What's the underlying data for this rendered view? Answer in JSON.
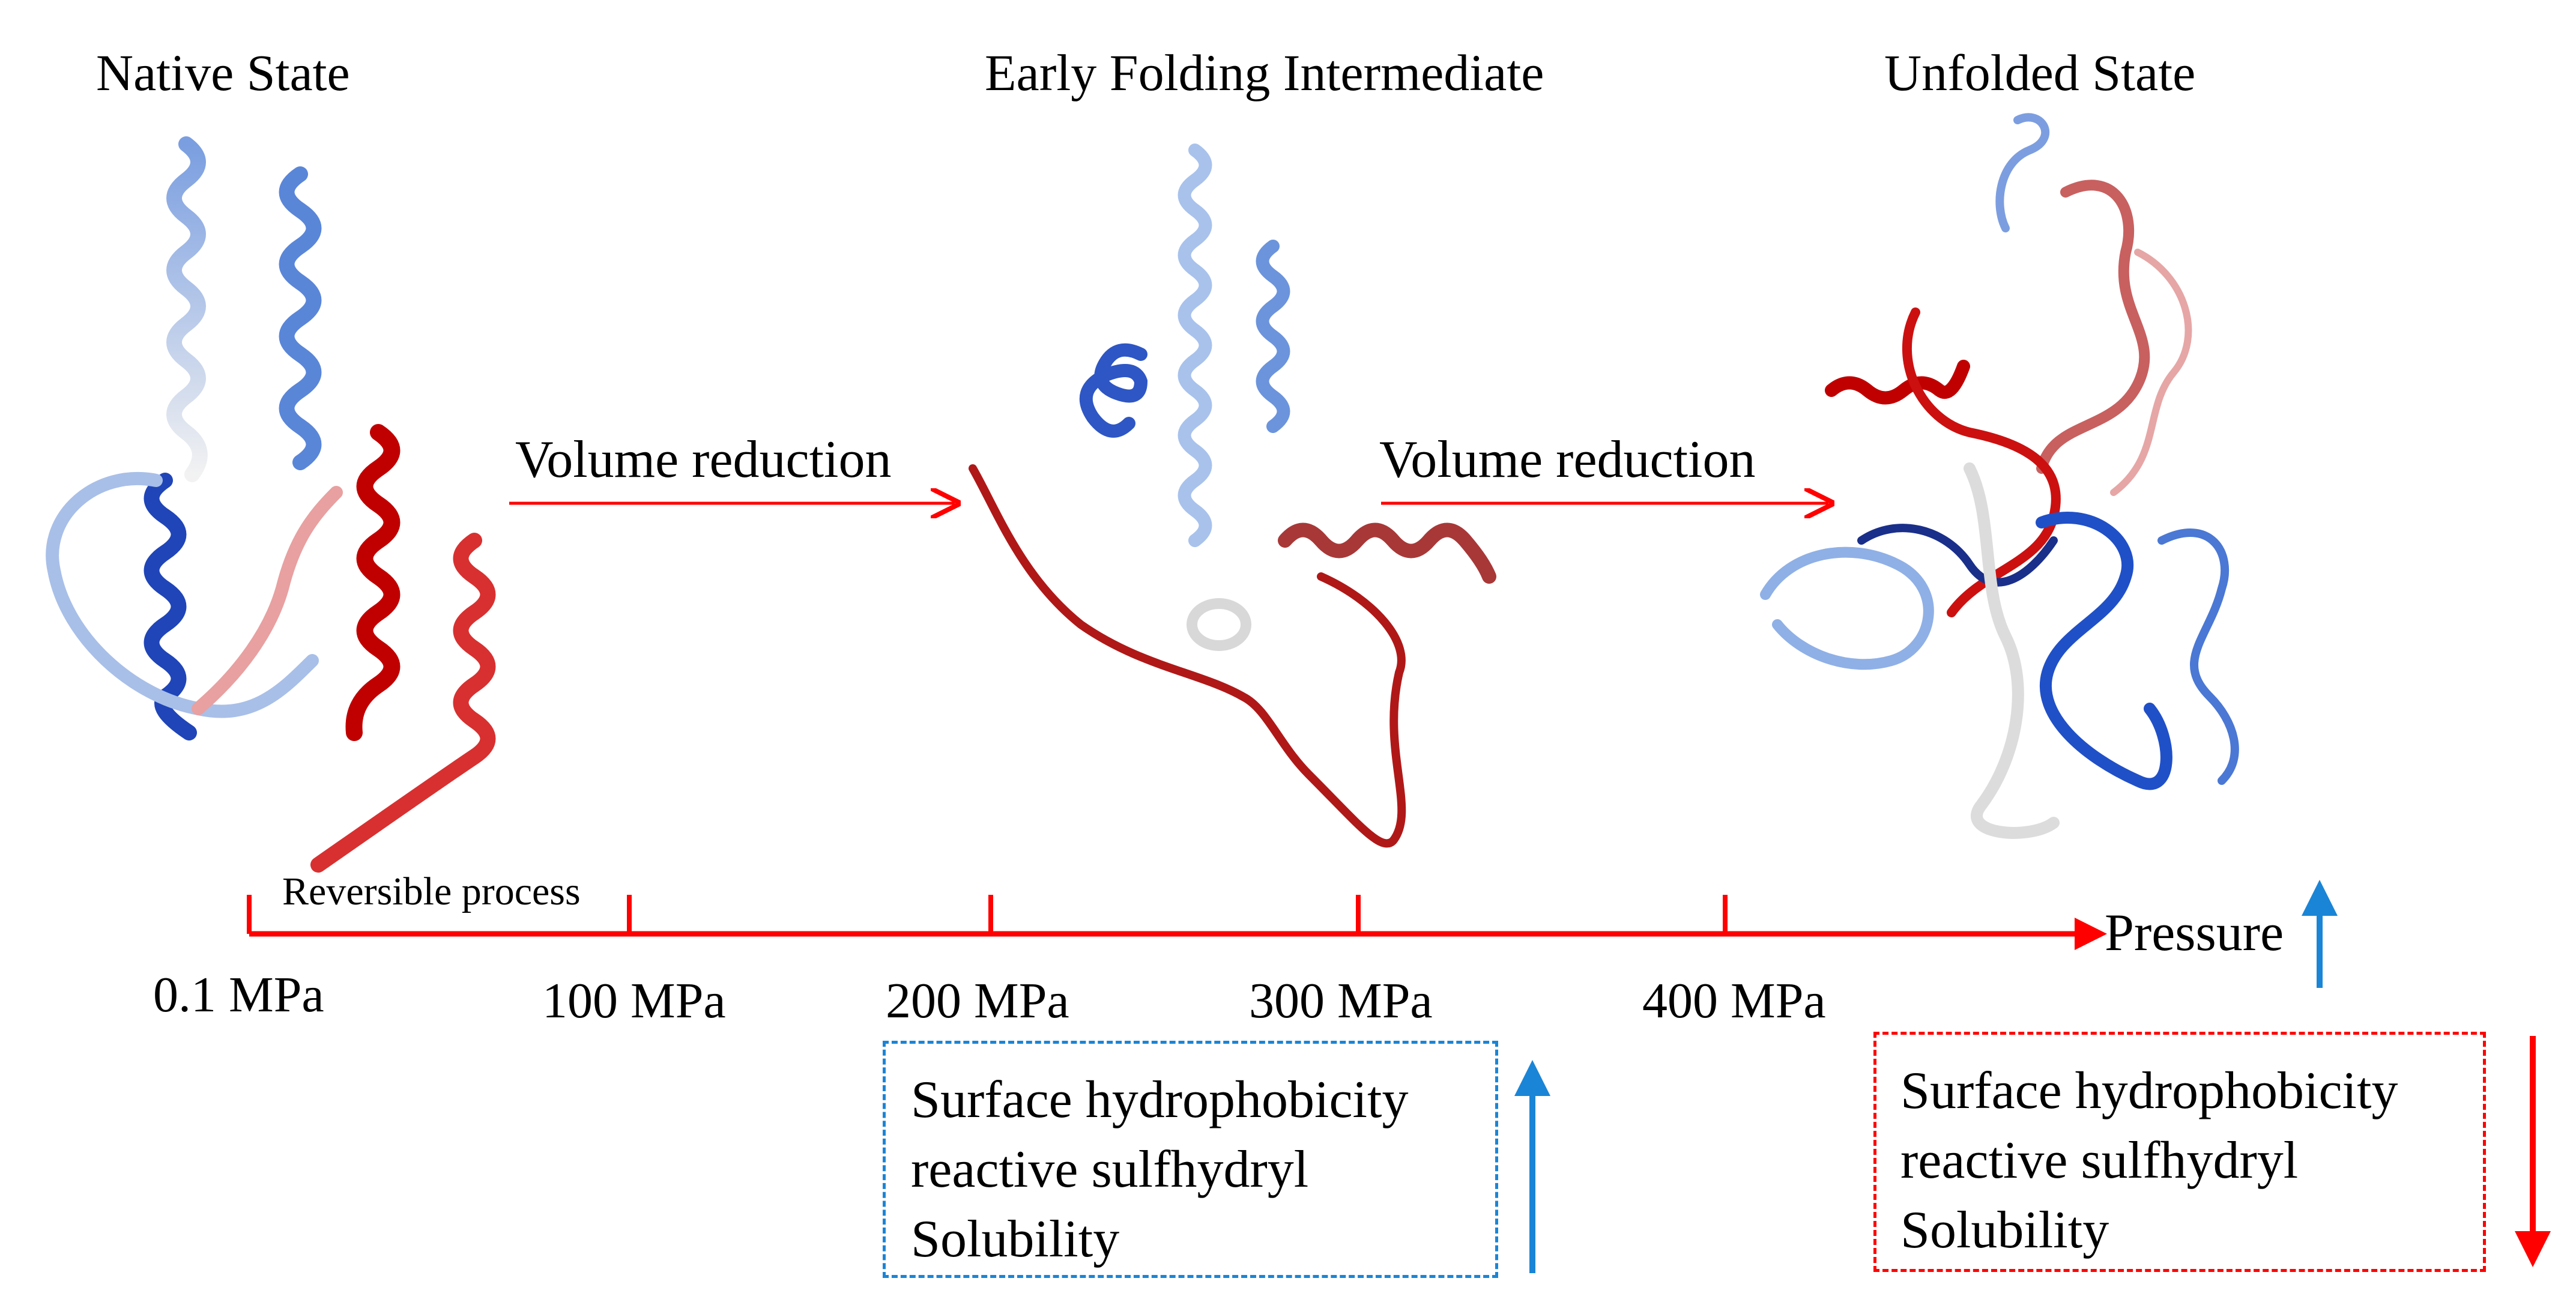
{
  "states": {
    "native": "Native State",
    "intermediate": "Early Folding Intermediate",
    "unfolded": "Unfolded State"
  },
  "transitions": {
    "first": "Volume reduction",
    "second": "Volume reduction"
  },
  "axis": {
    "reversible_label": "Reversible process",
    "axis_label": "Pressure",
    "ticks": [
      "0.1 MPa",
      "100 MPa",
      "200 MPa",
      "300 MPa",
      "400 MPa"
    ]
  },
  "property_boxes": {
    "increase": {
      "lines": [
        "Surface hydrophobicity",
        "reactive sulfhydryl",
        "Solubility"
      ],
      "trend": "increase"
    },
    "decrease": {
      "lines": [
        "Surface hydrophobicity",
        "reactive sulfhydryl",
        "Solubility"
      ],
      "trend": "decrease"
    }
  },
  "colors": {
    "axis_red": "#ff0000",
    "trend_blue": "#1a85d6",
    "helix_dark_red": "#c00000",
    "helix_light_red": "#e8a0a0",
    "helix_dark_blue": "#1f45b8",
    "helix_mid_blue": "#5a86d8",
    "helix_light_blue": "#bcd0ee"
  }
}
